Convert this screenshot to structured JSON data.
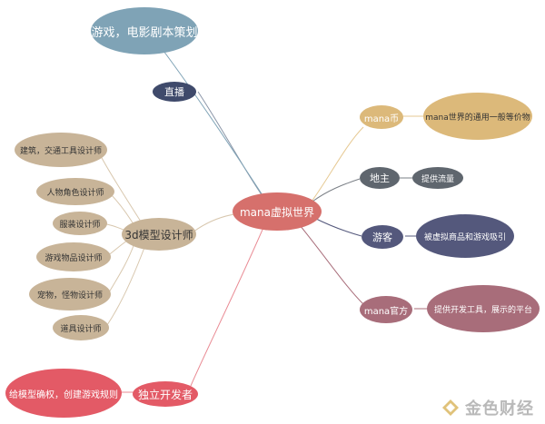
{
  "diagram": {
    "center": "mana虚拟世界",
    "live": "直播",
    "live_child": "游戏，电影剧本策划",
    "model_designer": "3d模型设计师",
    "model_children": [
      "建筑，交通工具设计师",
      "人物角色设计师",
      "服装设计师",
      "游戏物品设计师",
      "宠物，怪物设计师",
      "道具设计师"
    ],
    "indie_dev": "独立开发者",
    "indie_child": "给模型确权，创建游戏规则",
    "mana_coin": "mana币",
    "mana_coin_child": "mana世界的通用一般等价物",
    "landlord": "地主",
    "landlord_child": "提供流量",
    "visitor": "游客",
    "visitor_child": "被虚拟商品和游戏吸引",
    "official": "mana官方",
    "official_child": "提供开发工具，展示的平台"
  },
  "watermark": {
    "text": "金色财经"
  },
  "colors": {
    "center": "#d6706c",
    "teal_light": "#7fa3b6",
    "navy": "#3f4a6b",
    "tan": "#c8b498",
    "red": "#e35a66",
    "gold": "#dcb97a",
    "slate": "#5f666e",
    "indigo": "#54587c",
    "mauve": "#a86d7a"
  }
}
